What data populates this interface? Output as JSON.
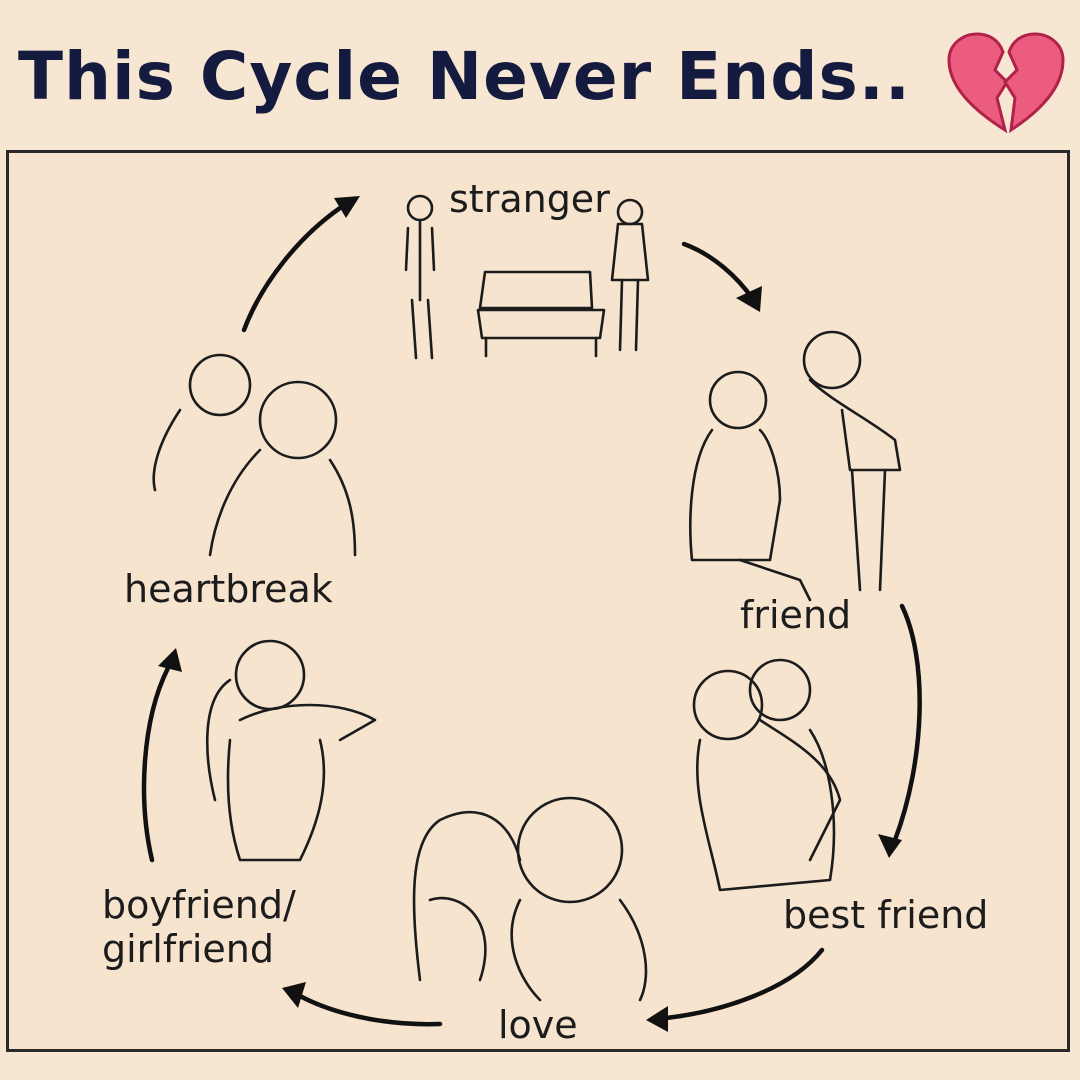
{
  "title": "This Cycle Never Ends..",
  "colors": {
    "title": "#141b3f",
    "heart": "#ec5c7e",
    "background": "#f7e6d2"
  },
  "icons": [
    "broken-heart-icon"
  ],
  "stages": [
    {
      "id": "stranger",
      "label": "stranger"
    },
    {
      "id": "friend",
      "label": "friend"
    },
    {
      "id": "best-friend",
      "label": "best friend"
    },
    {
      "id": "love",
      "label": "love"
    },
    {
      "id": "boyfriend-girlfriend",
      "label_line1": "boyfriend/",
      "label_line2": "girlfriend"
    },
    {
      "id": "heartbreak",
      "label": "heartbreak"
    }
  ]
}
